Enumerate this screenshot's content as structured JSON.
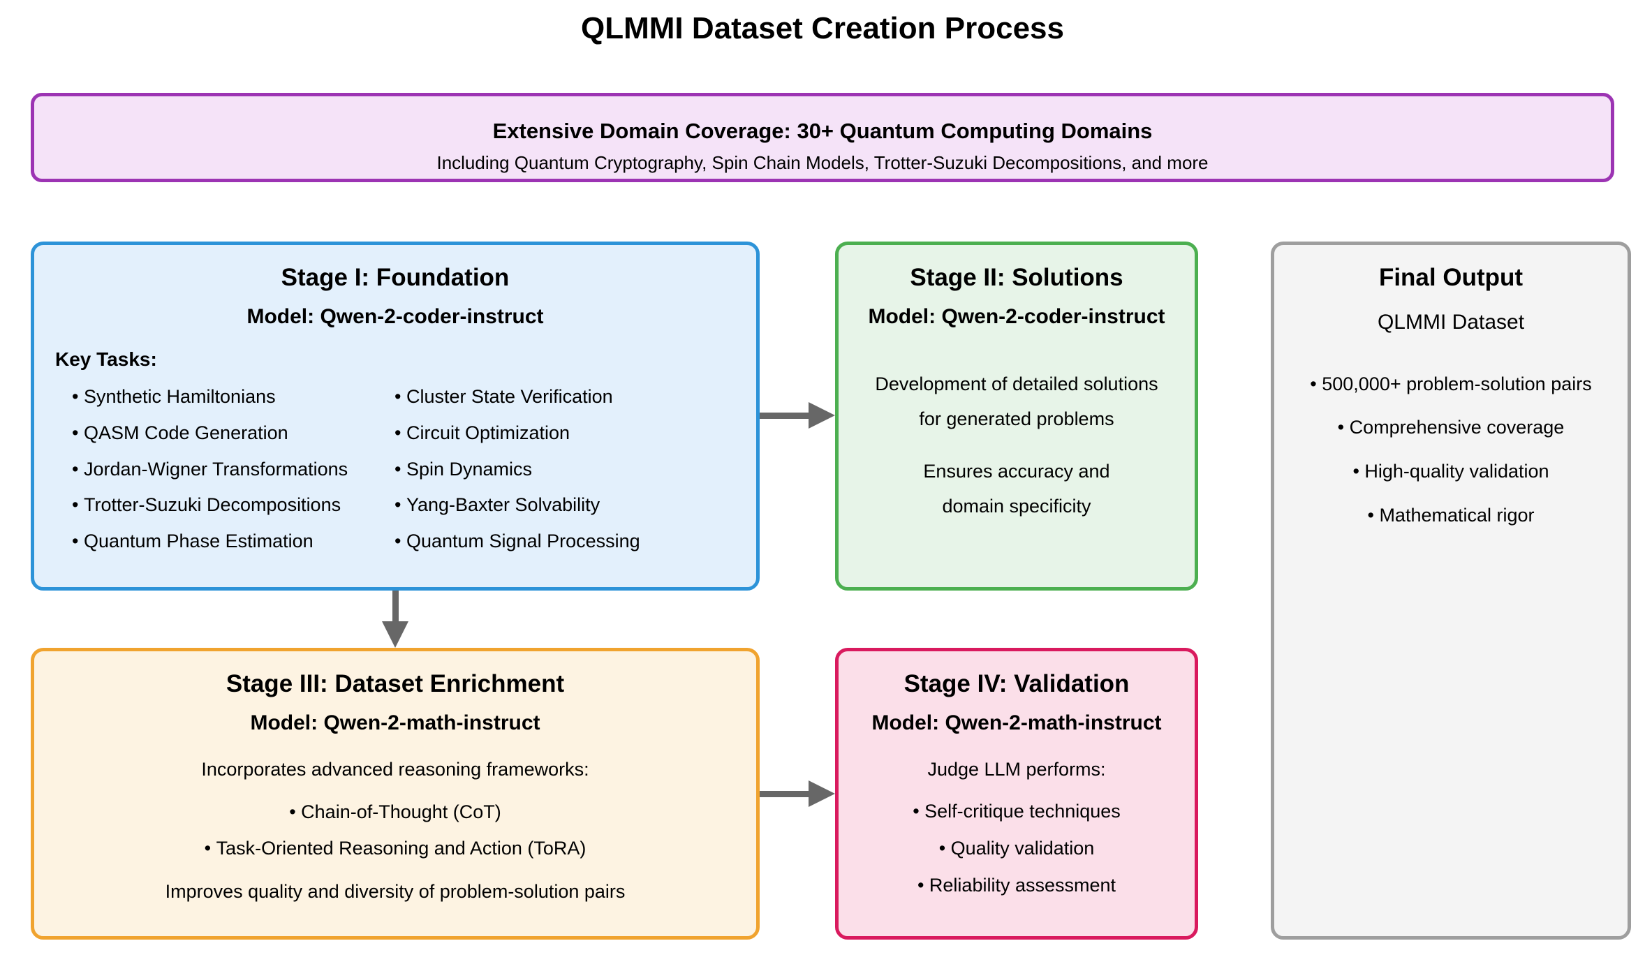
{
  "page_title": "QLMMI Dataset Creation Process",
  "banner": {
    "title": "Extensive Domain Coverage: 30+ Quantum Computing Domains",
    "subtitle": "Including Quantum Cryptography, Spin Chain Models, Trotter-Suzuki Decompositions, and more"
  },
  "stage1": {
    "title": "Stage I: Foundation",
    "model": "Model: Qwen-2-coder-instruct",
    "key_tasks_label": "Key Tasks:",
    "tasks_left": [
      "Synthetic Hamiltonians",
      "QASM Code Generation",
      "Jordan-Wigner Transformations",
      "Trotter-Suzuki Decompositions",
      "Quantum Phase Estimation"
    ],
    "tasks_right": [
      "Cluster State Verification",
      "Circuit Optimization",
      "Spin Dynamics",
      "Yang-Baxter Solvability",
      "Quantum Signal Processing"
    ]
  },
  "stage2": {
    "title": "Stage II: Solutions",
    "model": "Model: Qwen-2-coder-instruct",
    "lines": [
      "Development of detailed solutions",
      "for generated problems",
      "Ensures accuracy and",
      "domain specificity"
    ]
  },
  "stage3": {
    "title": "Stage III: Dataset Enrichment",
    "model": "Model: Qwen-2-math-instruct",
    "intro": "Incorporates advanced reasoning frameworks:",
    "bullets": [
      "Chain-of-Thought (CoT)",
      "Task-Oriented Reasoning and Action (ToRA)"
    ],
    "outro": "Improves quality and diversity of problem-solution pairs"
  },
  "stage4": {
    "title": "Stage IV: Validation",
    "model": "Model: Qwen-2-math-instruct",
    "intro": "Judge LLM performs:",
    "bullets": [
      "Self-critique techniques",
      "Quality validation",
      "Reliability assessment"
    ]
  },
  "final_output": {
    "title": "Final Output",
    "subtitle": "QLMMI Dataset",
    "bullets": [
      "500,000+ problem-solution pairs",
      "Comprehensive coverage",
      "High-quality validation",
      "Mathematical rigor"
    ]
  },
  "colors": {
    "banner_border": "#9c34b3",
    "banner_fill": "#f5e3f8",
    "stage1_border": "#2d93d8",
    "stage1_fill": "#e3f0fc",
    "stage2_border": "#4caf50",
    "stage2_fill": "#e7f4e8",
    "stage3_border": "#f0a32f",
    "stage3_fill": "#fdf3e2",
    "stage4_border": "#d91a5e",
    "stage4_fill": "#fbdfe9",
    "final_border": "#9e9e9e",
    "final_fill": "#f4f4f4",
    "arrow": "#676767",
    "text": "#000000"
  }
}
